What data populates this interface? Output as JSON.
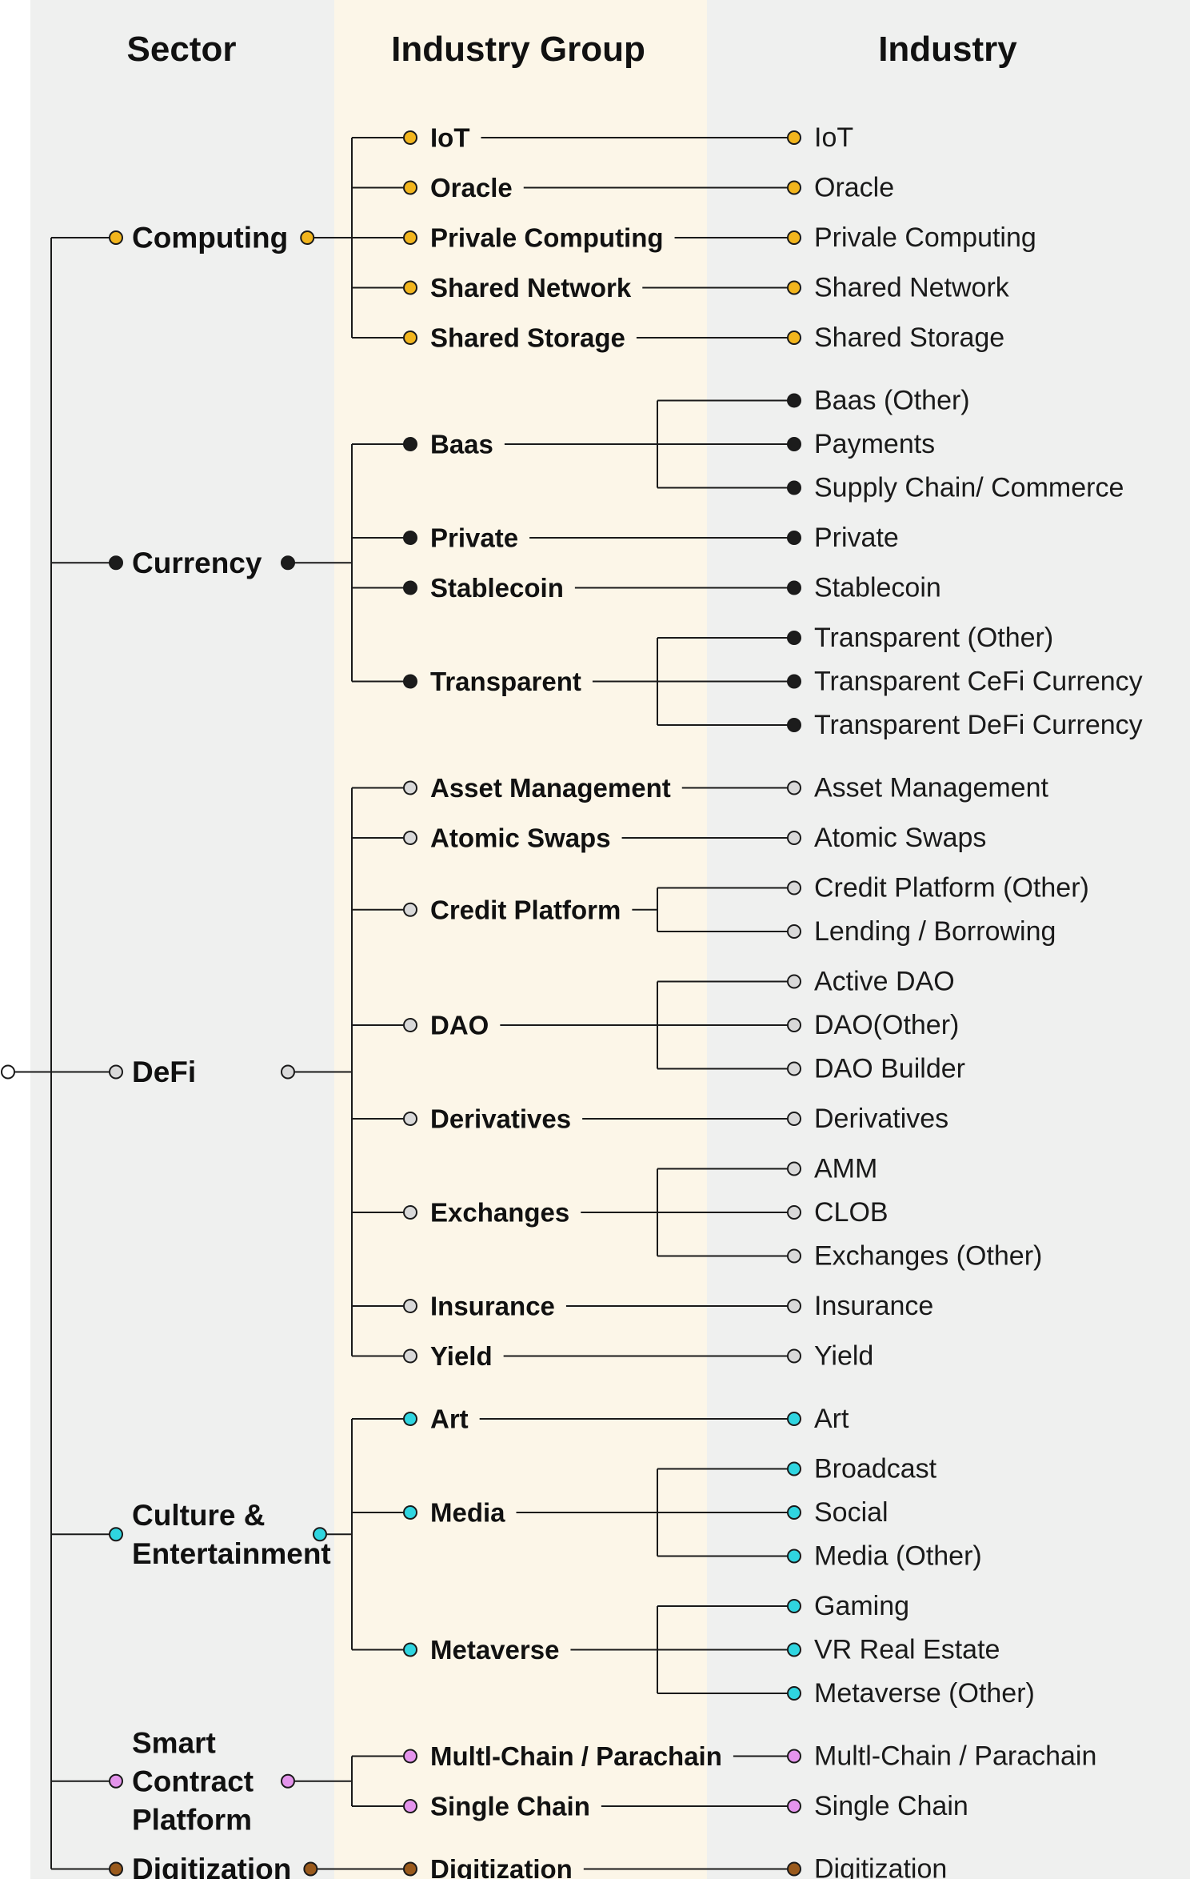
{
  "headers": {
    "sector": "Sector",
    "group": "Industry Group",
    "industry": "Industry"
  },
  "colors": {
    "col1_bg": "#eff0ef",
    "col2_bg": "#fcf6e8",
    "col3_bg": "#eff0ef",
    "line": "#1a1a1a",
    "text": "#111111"
  },
  "sectors": [
    {
      "id": "computing",
      "label_lines": [
        "Computing"
      ],
      "color": "#f2b51d",
      "groups": [
        {
          "label": "IoT",
          "industries": [
            "IoT"
          ]
        },
        {
          "label": "Oracle",
          "industries": [
            "Oracle"
          ]
        },
        {
          "label": "Privale Computing",
          "industries": [
            "Privale Computing"
          ]
        },
        {
          "label": "Shared Network",
          "industries": [
            "Shared Network"
          ]
        },
        {
          "label": "Shared Storage",
          "industries": [
            "Shared Storage"
          ]
        }
      ]
    },
    {
      "id": "currency",
      "label_lines": [
        "Currency"
      ],
      "color": "#1c1c1c",
      "groups": [
        {
          "label": "Baas",
          "industries": [
            "Baas (Other)",
            "Payments",
            "Supply Chain/ Commerce"
          ]
        },
        {
          "label": "Private",
          "industries": [
            "Private"
          ]
        },
        {
          "label": "Stablecoin",
          "industries": [
            "Stablecoin"
          ]
        },
        {
          "label": "Transparent",
          "industries": [
            "Transparent (Other)",
            "Transparent CeFi Currency",
            "Transparent DeFi Currency"
          ]
        }
      ]
    },
    {
      "id": "defi",
      "label_lines": [
        "DeFi"
      ],
      "color": "#d9d9d9",
      "groups": [
        {
          "label": "Asset Management",
          "industries": [
            "Asset Management"
          ]
        },
        {
          "label": "Atomic Swaps",
          "industries": [
            "Atomic Swaps"
          ]
        },
        {
          "label": "Credit Platform",
          "industries": [
            "Credit Platform (Other)",
            "Lending / Borrowing"
          ]
        },
        {
          "label": "DAO",
          "industries": [
            "Active DAO",
            "DAO(Other)",
            "DAO Builder"
          ]
        },
        {
          "label": "Derivatives",
          "industries": [
            "Derivatives"
          ]
        },
        {
          "label": "Exchanges",
          "industries": [
            "AMM",
            "CLOB",
            "Exchanges (Other)"
          ]
        },
        {
          "label": "Insurance",
          "industries": [
            "Insurance"
          ]
        },
        {
          "label": "Yield",
          "industries": [
            "Yield"
          ]
        }
      ]
    },
    {
      "id": "culture",
      "label_lines": [
        "Culture &",
        "Entertainment"
      ],
      "color": "#2fd5e0",
      "groups": [
        {
          "label": "Art",
          "industries": [
            "Art"
          ]
        },
        {
          "label": "Media",
          "industries": [
            "Broadcast",
            "Social",
            "Media (Other)"
          ]
        },
        {
          "label": "Metaverse",
          "industries": [
            "Gaming",
            "VR Real Estate",
            "Metaverse (Other)"
          ]
        }
      ]
    },
    {
      "id": "smart-contract",
      "label_lines": [
        "Smart",
        "Contract",
        "Platform"
      ],
      "color": "#e494ec",
      "groups": [
        {
          "label": "Multl-Chain / Parachain",
          "industries": [
            "Multl-Chain / Parachain"
          ]
        },
        {
          "label": "Single Chain",
          "industries": [
            "Single Chain"
          ]
        }
      ]
    },
    {
      "id": "digitization",
      "label_lines": [
        "Digitization"
      ],
      "color": "#9a5a1c",
      "groups": [
        {
          "label": "Digitization",
          "industries": [
            "Digitization"
          ]
        }
      ]
    }
  ]
}
